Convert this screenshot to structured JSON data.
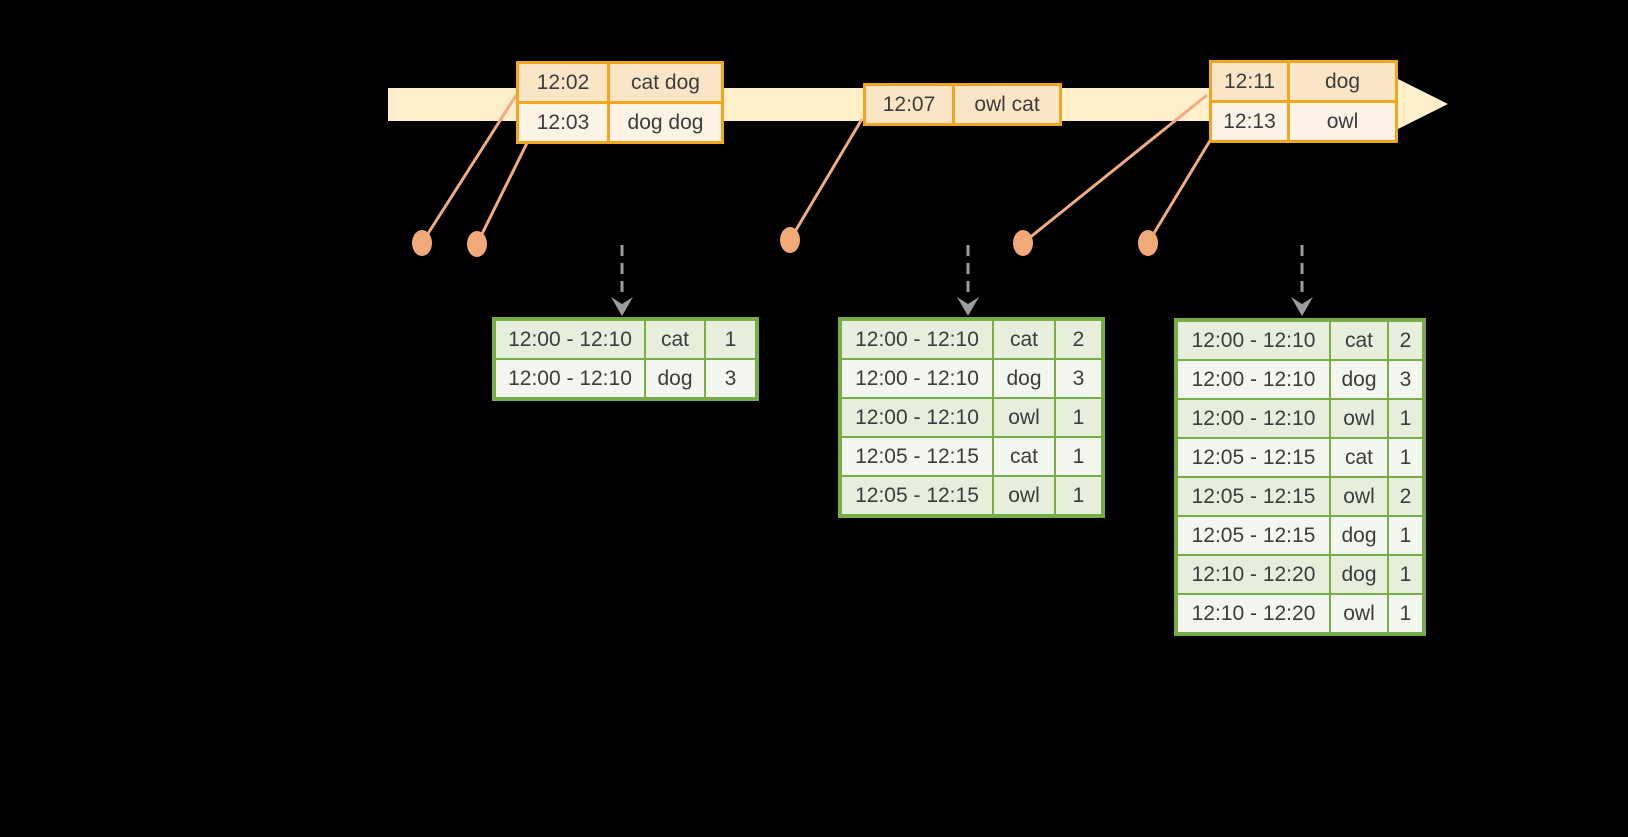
{
  "colors": {
    "background": "#000000",
    "timeline_band": "#FCEFC9",
    "event_border": "#F0A71F",
    "event_row_dark": "#FBE5C7",
    "event_row_light": "#FDF3E5",
    "connector": "#F0AC80",
    "dashed_arrow": "#9C9C9C",
    "result_border": "#76AD47",
    "result_row_dark": "#E7EEDC",
    "result_row_light": "#F3F6EE",
    "text": "#3C3C3C"
  },
  "event_tables": [
    {
      "rows": [
        [
          "12:02",
          "cat dog"
        ],
        [
          "12:03",
          "dog dog"
        ]
      ]
    },
    {
      "rows": [
        [
          "12:07",
          "owl cat"
        ]
      ]
    },
    {
      "rows": [
        [
          "12:11",
          "dog"
        ],
        [
          "12:13",
          "owl"
        ]
      ]
    }
  ],
  "result_tables": [
    {
      "rows": [
        [
          "12:00 - 12:10",
          "cat",
          "1"
        ],
        [
          "12:00 - 12:10",
          "dog",
          "3"
        ]
      ]
    },
    {
      "rows": [
        [
          "12:00 - 12:10",
          "cat",
          "2"
        ],
        [
          "12:00 - 12:10",
          "dog",
          "3"
        ],
        [
          "12:00 - 12:10",
          "owl",
          "1"
        ],
        [
          "12:05 - 12:15",
          "cat",
          "1"
        ],
        [
          "12:05 - 12:15",
          "owl",
          "1"
        ]
      ]
    },
    {
      "rows": [
        [
          "12:00 - 12:10",
          "cat",
          "2"
        ],
        [
          "12:00 - 12:10",
          "dog",
          "3"
        ],
        [
          "12:00 - 12:10",
          "owl",
          "1"
        ],
        [
          "12:05 - 12:15",
          "cat",
          "1"
        ],
        [
          "12:05 - 12:15",
          "owl",
          "2"
        ],
        [
          "12:05 - 12:15",
          "dog",
          "1"
        ],
        [
          "12:10 - 12:20",
          "dog",
          "1"
        ],
        [
          "12:10 - 12:20",
          "owl",
          "1"
        ]
      ]
    }
  ]
}
